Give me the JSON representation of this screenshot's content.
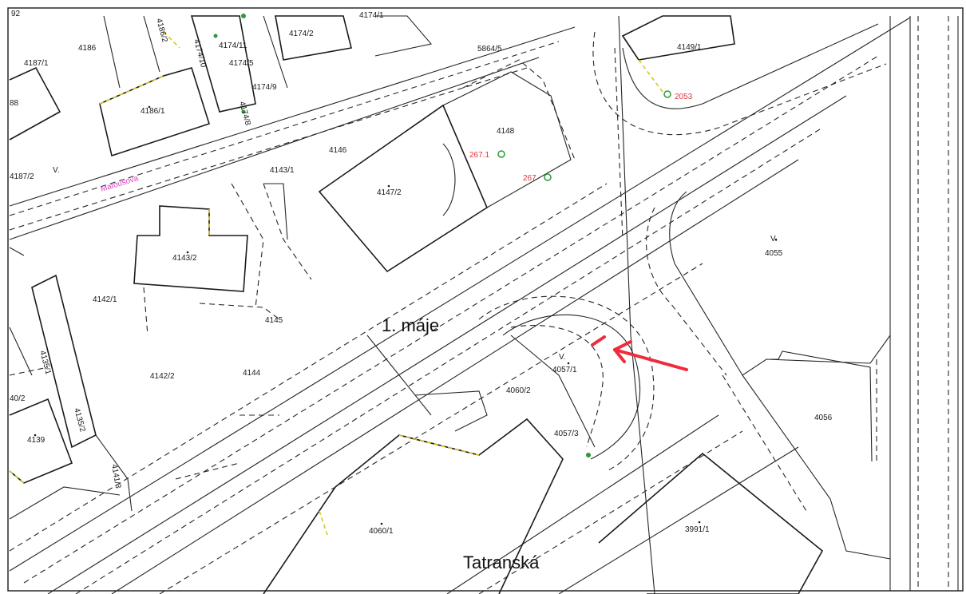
{
  "colors": {
    "survey_point": "#e0343f",
    "survey_marker": "#2a9a3a",
    "street_small": "#e040c8",
    "arrow": "#ee2c3c",
    "boundary_yellow": "#d9c61a"
  },
  "streets": {
    "main": "1. máje",
    "bottom": "Tatranská",
    "side": "Matoušova"
  },
  "survey_points": {
    "p1": "2053",
    "p2": "267.1",
    "p3": "267"
  },
  "marks": {
    "v1": "V.",
    "v2": "V.",
    "v3": "V."
  },
  "parcels": {
    "p4174_1": "4174/1",
    "p4174_2": "4174/2",
    "p4174_11": "4174/11",
    "p4174_5": "4174/5",
    "p4174_9": "4174/9",
    "p4174_8": "4174/8",
    "p4174_10": "4174/10",
    "p4186_2": "4186/2",
    "p4186": "4186",
    "p4187_1": "4187/1",
    "p4186_1": "4186/1",
    "p4187_2": "4187/2",
    "p5864_5": "5864/5",
    "p4149_1": "4149/1",
    "p4148": "4148",
    "p4146": "4146",
    "p4143_1": "4143/1",
    "p4147_2": "4147/2",
    "p4143_2": "4143/2",
    "p4142_1": "4142/1",
    "p4145": "4145",
    "p4142_2": "4142/2",
    "p4144": "4144",
    "p4135_1": "4135/1",
    "p4135_2": "4135/2",
    "p4139": "4139",
    "p4141_3": "4141/3",
    "p4055": "4055",
    "p4057_1": "4057/1",
    "p4060_2": "4060/2",
    "p4057_3": "4057/3",
    "p4056": "4056",
    "p4060_1": "4060/1",
    "p3991_1": "3991/1",
    "p92": "92",
    "p88": "88",
    "p40_2": "40/2"
  }
}
